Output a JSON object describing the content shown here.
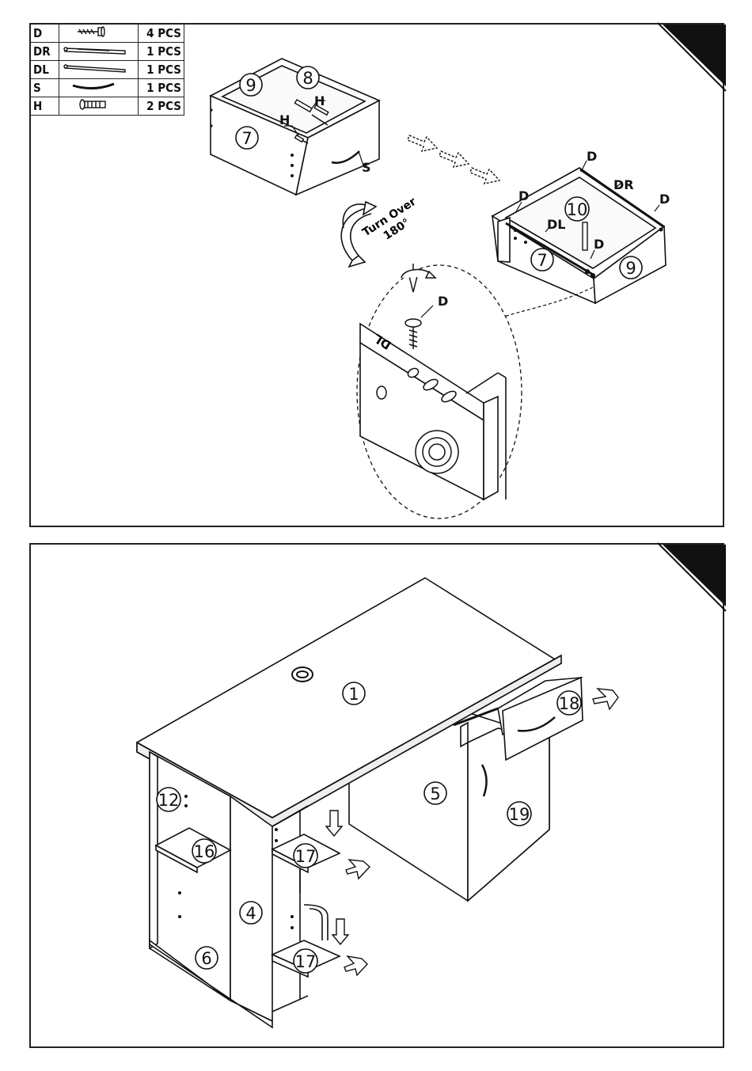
{
  "parts": [
    {
      "code": "D",
      "qty": "4",
      "unit": "PCS",
      "icon": "short-screw-icon"
    },
    {
      "code": "DR",
      "qty": "1",
      "unit": "PCS",
      "icon": "right-drawer-rail-icon"
    },
    {
      "code": "DL",
      "qty": "1",
      "unit": "PCS",
      "icon": "left-drawer-rail-icon"
    },
    {
      "code": "S",
      "qty": "1",
      "unit": "PCS",
      "icon": "handle-icon"
    },
    {
      "code": "H",
      "qty": "2",
      "unit": "PCS",
      "icon": "handle-screw-icon"
    }
  ],
  "step1": {
    "turn_over_line1": "Turn Over",
    "turn_over_line2": "180°",
    "drawer_numbers": {
      "n7": "7",
      "n8": "8",
      "n9": "9",
      "n10": "10"
    },
    "hardware_labels": {
      "h": "H",
      "s": "S",
      "d": "D",
      "dr": "DR",
      "dl": "DL"
    },
    "detail_rail_text": "DL"
  },
  "step2": {
    "part_numbers": {
      "n1": "1",
      "n4": "4",
      "n5": "5",
      "n6": "6",
      "n12": "12",
      "n16": "16",
      "n17": "17",
      "n18": "18",
      "n19": "19"
    }
  }
}
